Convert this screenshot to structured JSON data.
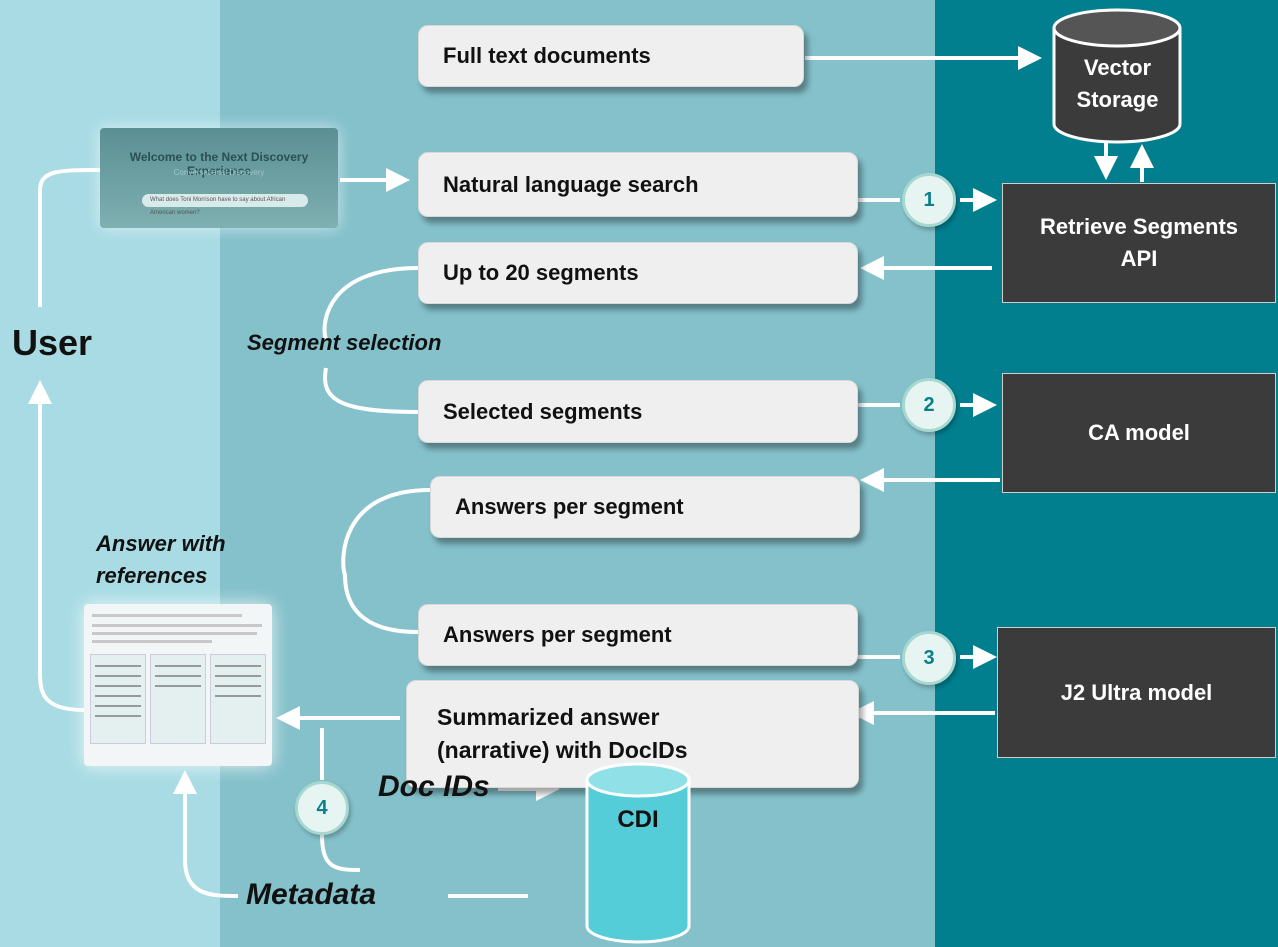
{
  "boxes": {
    "full_text": "Full text documents",
    "nl_search": "Natural language search",
    "up_to_20": "Up to 20 segments",
    "selected": "Selected segments",
    "answers1": "Answers per segment",
    "answers2": "Answers per segment",
    "summ_line1": "Summarized answer",
    "summ_line2": "(narrative) with DocIDs"
  },
  "services": {
    "vector_line1": "Vector",
    "vector_line2": "Storage",
    "retrieve_line1": "Retrieve Segments",
    "retrieve_line2": "API",
    "ca": "CA model",
    "j2": "J2 Ultra model",
    "cdi": "CDI"
  },
  "steps": [
    "1",
    "2",
    "3",
    "4"
  ],
  "labels": {
    "user": "User",
    "segment_selection": "Segment selection",
    "answer_refs_line1": "Answer with",
    "answer_refs_line2": "references",
    "doc_ids": "Doc IDs",
    "metadata": "Metadata"
  },
  "screenshot": {
    "title": "Welcome to the Next Discovery Experience",
    "subtitle": "Conversational Discovery",
    "query": "What does Toni Morrison have to say about African American women?"
  },
  "colors": {
    "band_left": "#a8dbe4",
    "band_mid": "#84c1cb",
    "band_right": "#017f8f",
    "dark_box": "#3b3b3b",
    "cylinder_cdi": "#5ccfda",
    "cylinder_vector": "#3b3b3b"
  }
}
